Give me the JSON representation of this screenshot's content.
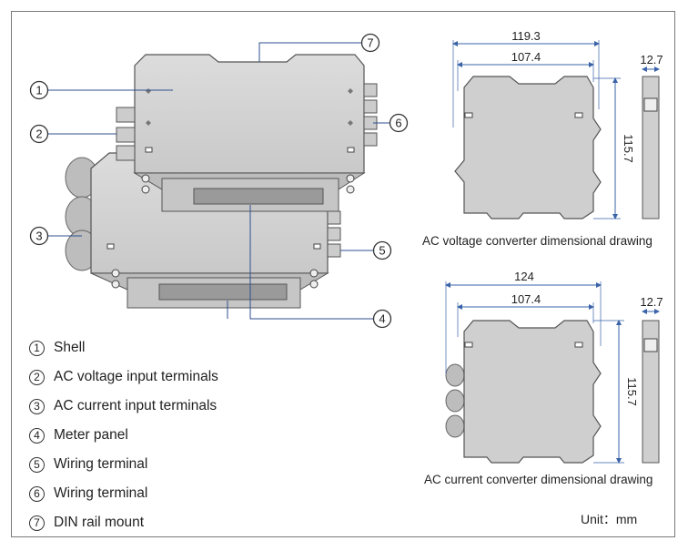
{
  "legend": [
    {
      "num": "1",
      "label": "Shell"
    },
    {
      "num": "2",
      "label": "AC voltage input terminals"
    },
    {
      "num": "3",
      "label": "AC current input terminals"
    },
    {
      "num": "4",
      "label": "Meter panel"
    },
    {
      "num": "5",
      "label": "Wiring terminal"
    },
    {
      "num": "6",
      "label": "Wiring terminal"
    },
    {
      "num": "7",
      "label": "DIN rail mount"
    }
  ],
  "callouts": [
    "1",
    "2",
    "3",
    "4",
    "5",
    "6",
    "7"
  ],
  "voltage_drawing": {
    "caption": "AC voltage converter dimensional drawing",
    "overall_width": "119.3",
    "inner_width": "107.4",
    "height": "115.7",
    "depth": "12.7"
  },
  "current_drawing": {
    "caption": "AC current converter dimensional drawing",
    "overall_width": "124",
    "inner_width": "107.4",
    "height": "115.7",
    "depth": "12.7"
  },
  "unit": "Unit：mm",
  "colors": {
    "body_fill": "#d2d2d2",
    "body_side": "#b9b9b9",
    "outline": "#555555",
    "dimension_line": "#3a63a8",
    "leader_line": "#2c4f8f",
    "panel_window": "#9a9a9a"
  }
}
